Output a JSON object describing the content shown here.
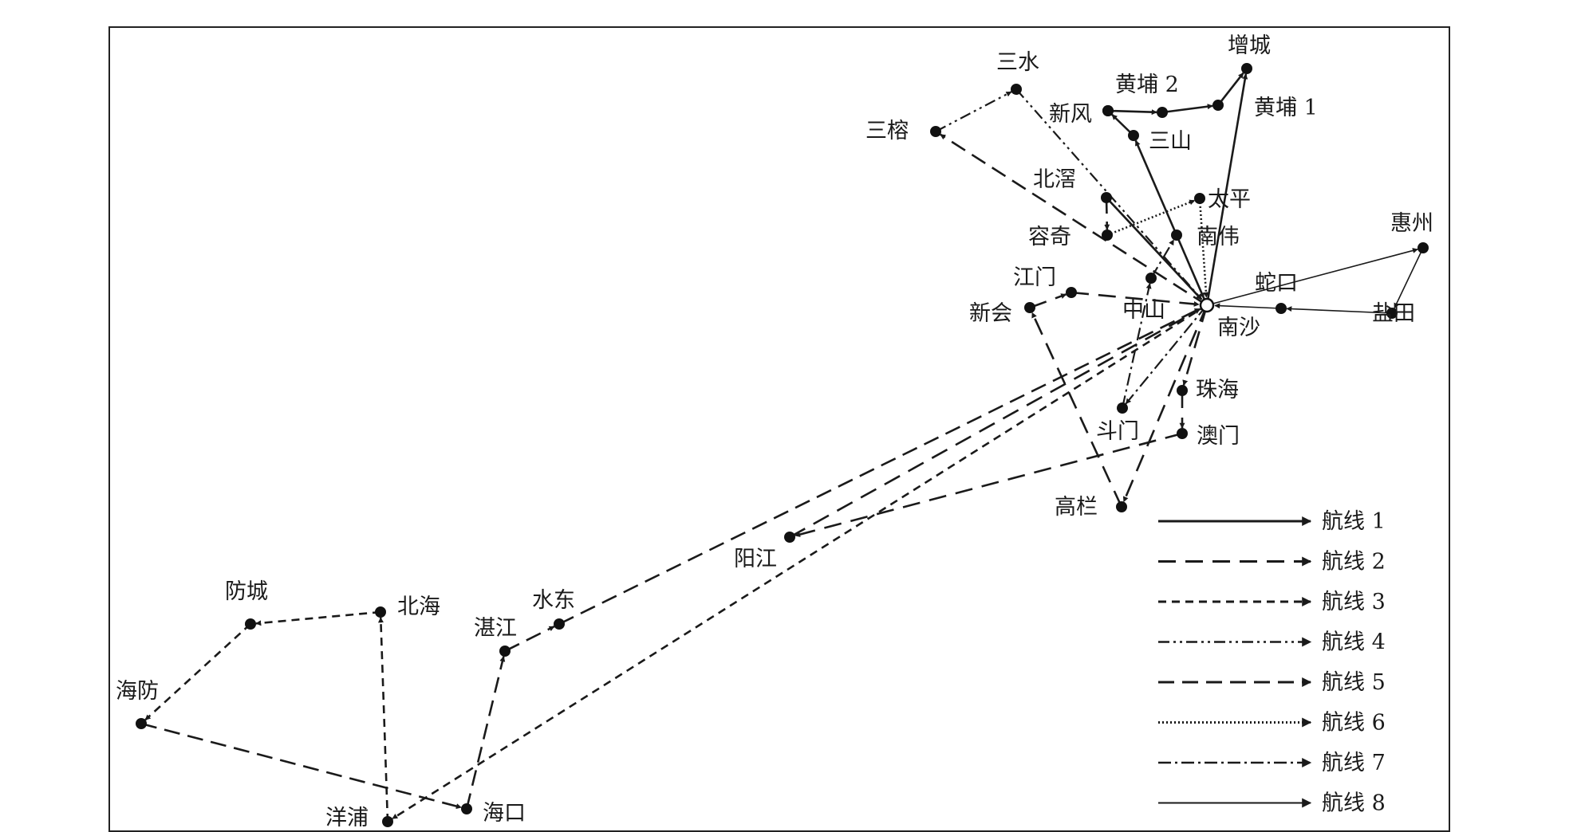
{
  "nodes": {
    "sanshui": {
      "label": "三水"
    },
    "sanrong": {
      "label": "三榕"
    },
    "zengcheng": {
      "label": "增城"
    },
    "huangpu2": {
      "label": "黄埔 2"
    },
    "huangpu1": {
      "label": "黄埔 1"
    },
    "xinfeng": {
      "label": "新风"
    },
    "mid_hp": {
      "label": ""
    },
    "sanshan": {
      "label": "三山"
    },
    "beijiao": {
      "label": "北滘"
    },
    "taiping": {
      "label": "太平"
    },
    "rongqi": {
      "label": "容奇"
    },
    "nanwei": {
      "label": "南伟"
    },
    "huizhou": {
      "label": "惠州"
    },
    "jiangmen": {
      "label": "江门"
    },
    "xinhui": {
      "label": "新会"
    },
    "zhongshan": {
      "label": "中山"
    },
    "shekou": {
      "label": "蛇口"
    },
    "yantian": {
      "label": "盐田"
    },
    "nansha": {
      "label": "南沙"
    },
    "zhuhai": {
      "label": "珠海"
    },
    "doumen": {
      "label": "斗门"
    },
    "aomen": {
      "label": "澳门"
    },
    "gaolan": {
      "label": "高栏"
    },
    "yangjiang": {
      "label": "阳江"
    },
    "shuidong": {
      "label": "水东"
    },
    "zhanjiang": {
      "label": "湛江"
    },
    "fangcheng": {
      "label": "防城"
    },
    "beihai": {
      "label": "北海"
    },
    "haifang": {
      "label": "海防"
    },
    "yangpu": {
      "label": "洋浦"
    },
    "haikou": {
      "label": "海口"
    }
  },
  "edges": [
    {
      "route": 1,
      "from": "xinfeng",
      "to": "mid_hp"
    },
    {
      "route": 1,
      "from": "mid_hp",
      "to": "huangpu1"
    },
    {
      "route": 1,
      "from": "huangpu1",
      "to": "zengcheng"
    },
    {
      "route": 1,
      "from": "nansha",
      "to": "zengcheng"
    },
    {
      "route": 1,
      "from": "nansha",
      "to": "sanshan"
    },
    {
      "route": 1,
      "from": "sanshan",
      "to": "xinfeng"
    },
    {
      "route": 1,
      "from": "beijiao",
      "to": "nansha"
    },
    {
      "route": 2,
      "from": "nansha",
      "to": "zhuhai"
    },
    {
      "route": 2,
      "from": "zhuhai",
      "to": "aomen"
    },
    {
      "route": 2,
      "from": "aomen",
      "to": "yangjiang"
    },
    {
      "route": 2,
      "from": "yangjiang",
      "to": "nansha"
    },
    {
      "route": 2,
      "from": "nansha",
      "to": "gaolan"
    },
    {
      "route": 2,
      "from": "gaolan",
      "to": "xinhui"
    },
    {
      "route": 2,
      "from": "xinhui",
      "to": "jiangmen"
    },
    {
      "route": 2,
      "from": "jiangmen",
      "to": "nansha"
    },
    {
      "route": 3,
      "from": "nansha",
      "to": "yangpu"
    },
    {
      "route": 3,
      "from": "yangpu",
      "to": "beihai"
    },
    {
      "route": 3,
      "from": "beihai",
      "to": "fangcheng"
    },
    {
      "route": 3,
      "from": "fangcheng",
      "to": "haifang"
    },
    {
      "route": 4,
      "from": "sanrong",
      "to": "sanshui"
    },
    {
      "route": 4,
      "from": "sanshui",
      "to": "nansha"
    },
    {
      "route": 5,
      "from": "haifang",
      "to": "haikou"
    },
    {
      "route": 5,
      "from": "haikou",
      "to": "zhanjiang"
    },
    {
      "route": 5,
      "from": "zhanjiang",
      "to": "shuidong"
    },
    {
      "route": 5,
      "from": "shuidong",
      "to": "nansha"
    },
    {
      "route": 5,
      "from": "nansha",
      "to": "sanrong"
    },
    {
      "route": 5,
      "from": "beijiao",
      "to": "rongqi"
    },
    {
      "route": 6,
      "from": "rongqi",
      "to": "taiping"
    },
    {
      "route": 6,
      "from": "taiping",
      "to": "nansha"
    },
    {
      "route": 7,
      "from": "nansha",
      "to": "doumen"
    },
    {
      "route": 7,
      "from": "doumen",
      "to": "zhongshan"
    },
    {
      "route": 7,
      "from": "zhongshan",
      "to": "nanwei"
    },
    {
      "route": 7,
      "from": "nanwei",
      "to": "nansha"
    },
    {
      "route": 8,
      "from": "nansha",
      "to": "huizhou"
    },
    {
      "route": 8,
      "from": "huizhou",
      "to": "yantian"
    },
    {
      "route": 8,
      "from": "yantian",
      "to": "shekou"
    },
    {
      "route": 8,
      "from": "shekou",
      "to": "nansha"
    }
  ],
  "legend": [
    {
      "route": 1,
      "label": "航线 1"
    },
    {
      "route": 2,
      "label": "航线 2"
    },
    {
      "route": 3,
      "label": "航线 3"
    },
    {
      "route": 4,
      "label": "航线 4"
    },
    {
      "route": 5,
      "label": "航线 5"
    },
    {
      "route": 6,
      "label": "航线 6"
    },
    {
      "route": 7,
      "label": "航线 7"
    },
    {
      "route": 8,
      "label": "航线 8"
    }
  ],
  "colors": {
    "line": "#1a1a1a",
    "node": "#111111",
    "hub_fill": "#ffffff",
    "frame": "#222222"
  }
}
